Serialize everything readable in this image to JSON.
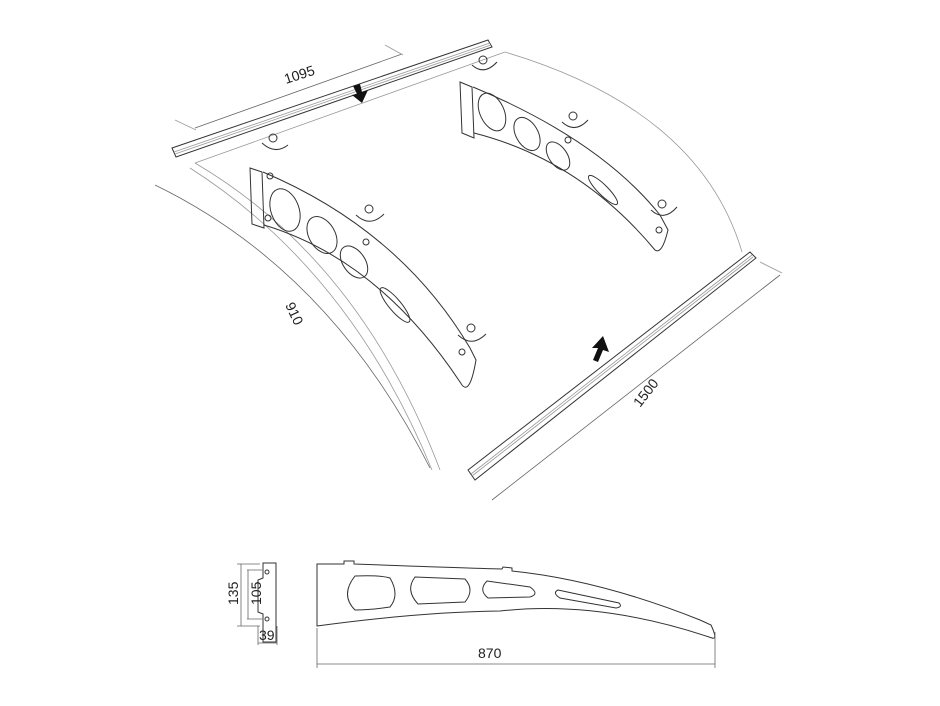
{
  "title": "Door canopy assembly diagram",
  "dimensions": {
    "rail_length": "1095",
    "panel_depth": "910",
    "panel_width": "1500",
    "plate_height": "135",
    "hole_spacing": "105",
    "plate_width": "39",
    "bracket_length": "870"
  },
  "colors": {
    "line": "#333333",
    "arrow": "#111111",
    "background": "#ffffff"
  }
}
